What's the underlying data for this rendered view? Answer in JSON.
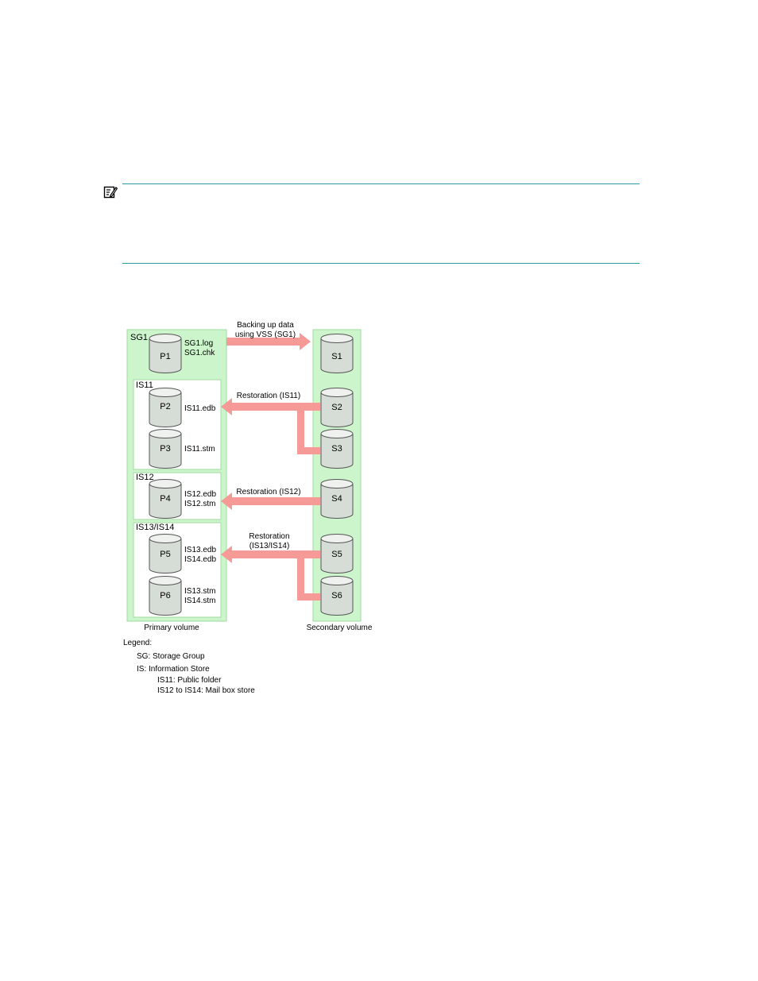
{
  "diagram": {
    "groups": {
      "sg1": "SG1",
      "is11": "IS11",
      "is12": "IS12",
      "is13_14": "IS13/IS14"
    },
    "primary_disks": [
      "P1",
      "P2",
      "P3",
      "P4",
      "P5",
      "P6"
    ],
    "secondary_disks": [
      "S1",
      "S2",
      "S3",
      "S4",
      "S5",
      "S6"
    ],
    "files": {
      "sg1_log": "SG1.log",
      "sg1_chk": "SG1.chk",
      "is11_edb": "IS11.edb",
      "is11_stm": "IS11.stm",
      "is12_edb": "IS12.edb",
      "is12_stm": "IS12.stm",
      "is13_edb": "IS13.edb",
      "is14_edb": "IS14.edb",
      "is13_stm": "IS13.stm",
      "is14_stm": "IS14.stm"
    },
    "arrows": {
      "backup_line1": "Backing up data",
      "backup_line2": "using VSS (SG1)",
      "restore_is11": "Restoration (IS11)",
      "restore_is12": "Restoration (IS12)",
      "restore_is13_line1": "Restoration",
      "restore_is13_line2": "(IS13/IS14)"
    },
    "volume_labels": {
      "primary": "Primary volume",
      "secondary": "Secondary volume"
    },
    "colors": {
      "volume_fill": "#ccf5cc",
      "volume_border": "#9fdc9f",
      "arrow": "#f59a96",
      "disk_fill": "#d6dcd6"
    }
  },
  "legend": {
    "title": "Legend:",
    "sg": "SG: Storage Group",
    "is": "IS: Information Store",
    "is11": "IS11: Public folder",
    "is12_14": "IS12 to IS14: Mail box store"
  }
}
